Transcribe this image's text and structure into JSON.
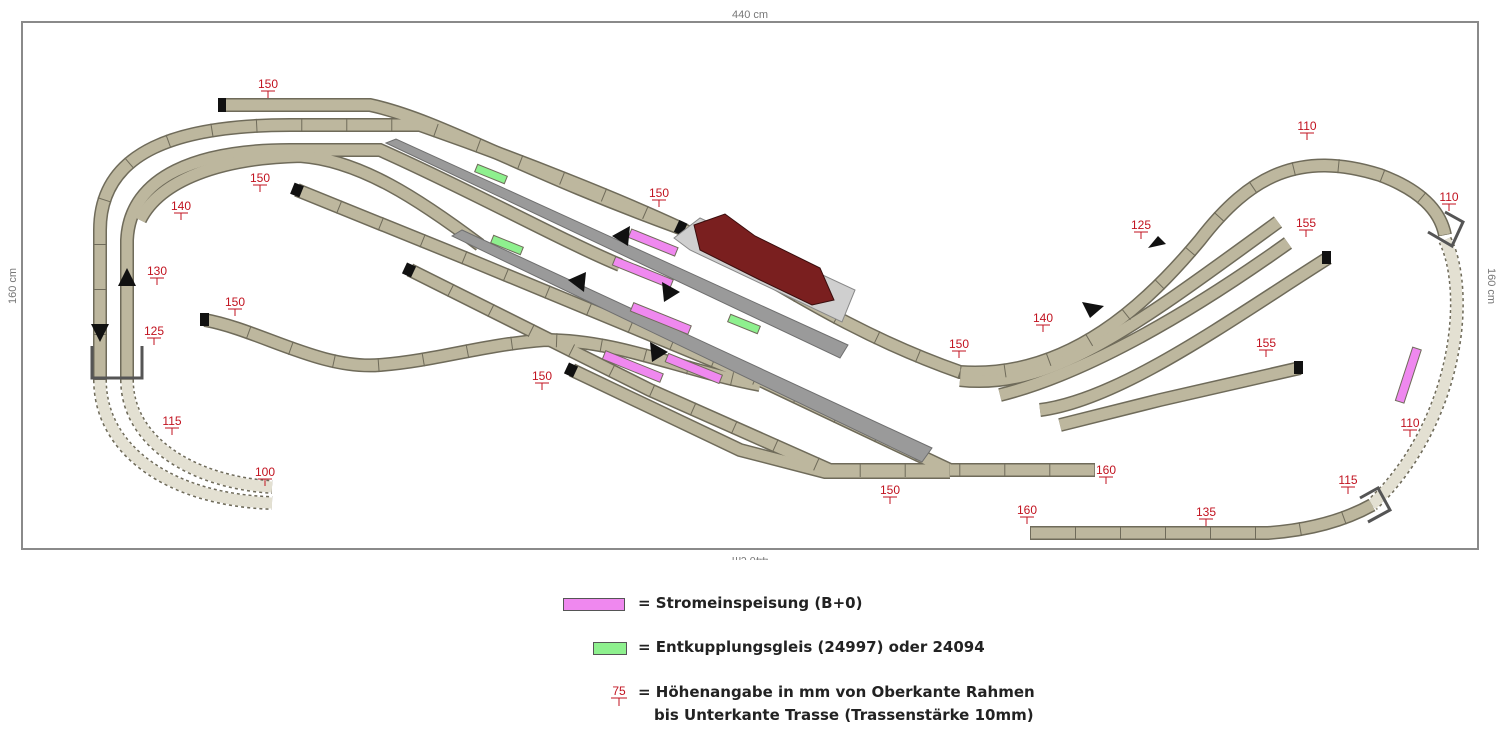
{
  "dimensions": {
    "width": "440 cm",
    "height": "160 cm"
  },
  "colors": {
    "track": "#bdb79e",
    "track_edge": "#6f6b5a",
    "hidden_track": "#e3e0d2",
    "platform": "#9a9a9a",
    "building": "#7a1f1f",
    "feed": "#ef88ef",
    "uncoupler": "#8ef08e",
    "height_mark": "#c1121f"
  },
  "heights": [
    "150",
    "150",
    "140",
    "130",
    "125",
    "115",
    "100",
    "150",
    "150",
    "125",
    "155",
    "140",
    "150",
    "155",
    "150",
    "110",
    "110",
    "110",
    "115",
    "160",
    "135",
    "160",
    "150"
  ],
  "legend": {
    "feed_text": "= Stromeinspeisung (B+0)",
    "uncoupler_text": "= Entkupplungsgleis (24997) oder 24094",
    "height_sample": "75",
    "height_text_1": "= Höhenangabe in mm von Oberkante Rahmen",
    "height_text_2": "bis Unterkante Trasse (Trassenstärke 10mm)"
  }
}
